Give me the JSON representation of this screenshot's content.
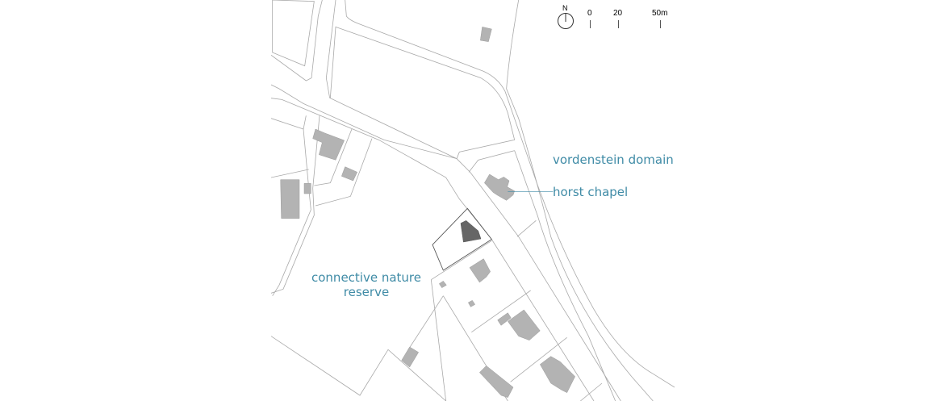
{
  "labels": {
    "domain": "vordenstein domain",
    "chapel": "horst chapel",
    "reserve_line1": "connective nature",
    "reserve_line2": "reserve"
  },
  "north_arrow": {
    "label": "N"
  },
  "scale_bar": {
    "ticks": [
      "0",
      "20",
      "50m"
    ]
  },
  "colors": {
    "label": "#3f8ba6",
    "building": "#b3b3b3",
    "project_building": "#666666",
    "lines": "#a9a9a9"
  }
}
